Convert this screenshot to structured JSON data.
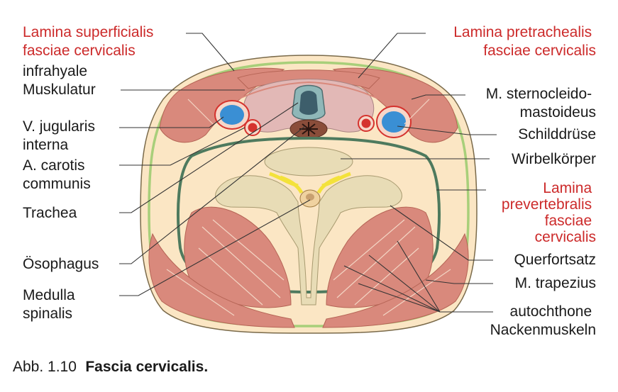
{
  "labels_left": {
    "lamina_superficialis": [
      "Lamina superficialis",
      "fasciae cervicalis"
    ],
    "infrahyale": [
      "infrahyale",
      "Muskulatur"
    ],
    "v_jugularis": [
      "V. jugularis",
      "interna"
    ],
    "a_carotis": [
      "A. carotis",
      "communis"
    ],
    "trachea": [
      "Trachea"
    ],
    "oesophagus": [
      "Ösophagus"
    ],
    "medulla": [
      "Medulla",
      "spinalis"
    ]
  },
  "labels_right": {
    "lamina_pretrachealis": [
      "Lamina pretrachealis",
      "fasciae cervicalis"
    ],
    "sternocleido": [
      "M. sternocleido-",
      "mastoideus"
    ],
    "schilddruese": [
      "Schilddrüse"
    ],
    "wirbelkoerper": [
      "Wirbelkörper"
    ],
    "lamina_prevertebralis": [
      "Lamina",
      "prevertebralis",
      "fasciae",
      "cervicalis"
    ],
    "querfortsatz": [
      "Querfortsatz"
    ],
    "trapezius": [
      "M. trapezius"
    ],
    "autochthone": [
      "autochthone",
      "Nackenmuskeln"
    ]
  },
  "caption": {
    "number": "Abb. 1.10",
    "title": "Fascia cervicalis."
  },
  "colors": {
    "skin_fill": "#fbe6c4",
    "muscle": "#d9897c",
    "muscle_dark": "#c9705f",
    "fascia_superficial": "#a8cf7a",
    "fascia_prevertebral": "#4e7a5e",
    "thyroid": "#e2b8b6",
    "bone": "#e8dcb6",
    "nerve_yellow": "#f3e23a",
    "vein_blue": "#3a8fd4",
    "artery_red": "#d5332e",
    "label_red": "#cc2a2a"
  }
}
